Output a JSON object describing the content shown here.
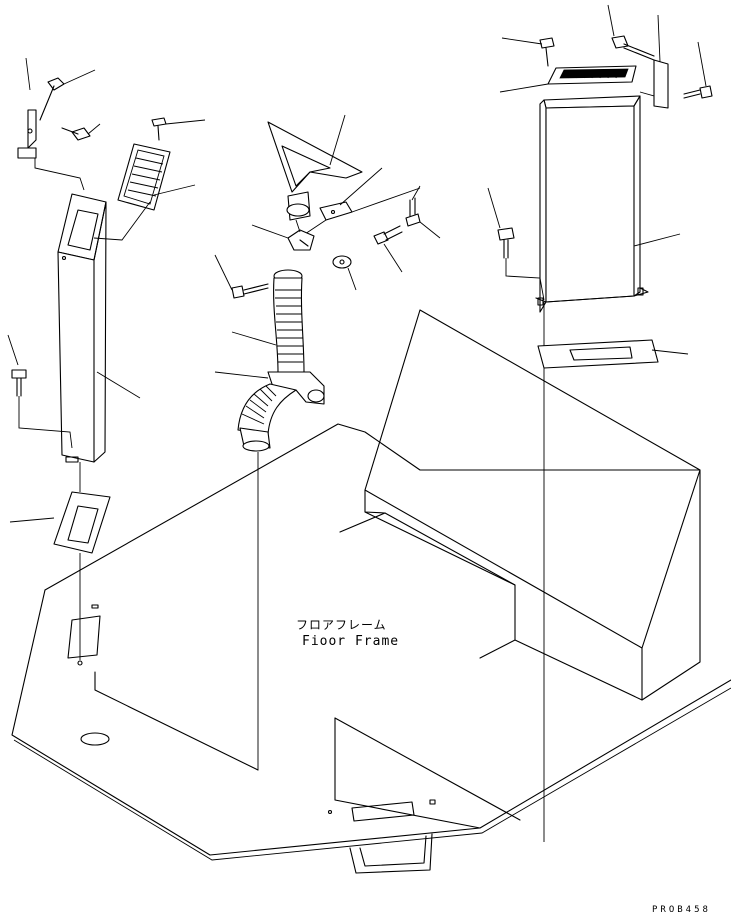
{
  "diagram": {
    "floor_frame_label_jp": "フロアフレーム",
    "floor_frame_label_en": "Fioor Frame",
    "drawing_code": "PROB458"
  }
}
